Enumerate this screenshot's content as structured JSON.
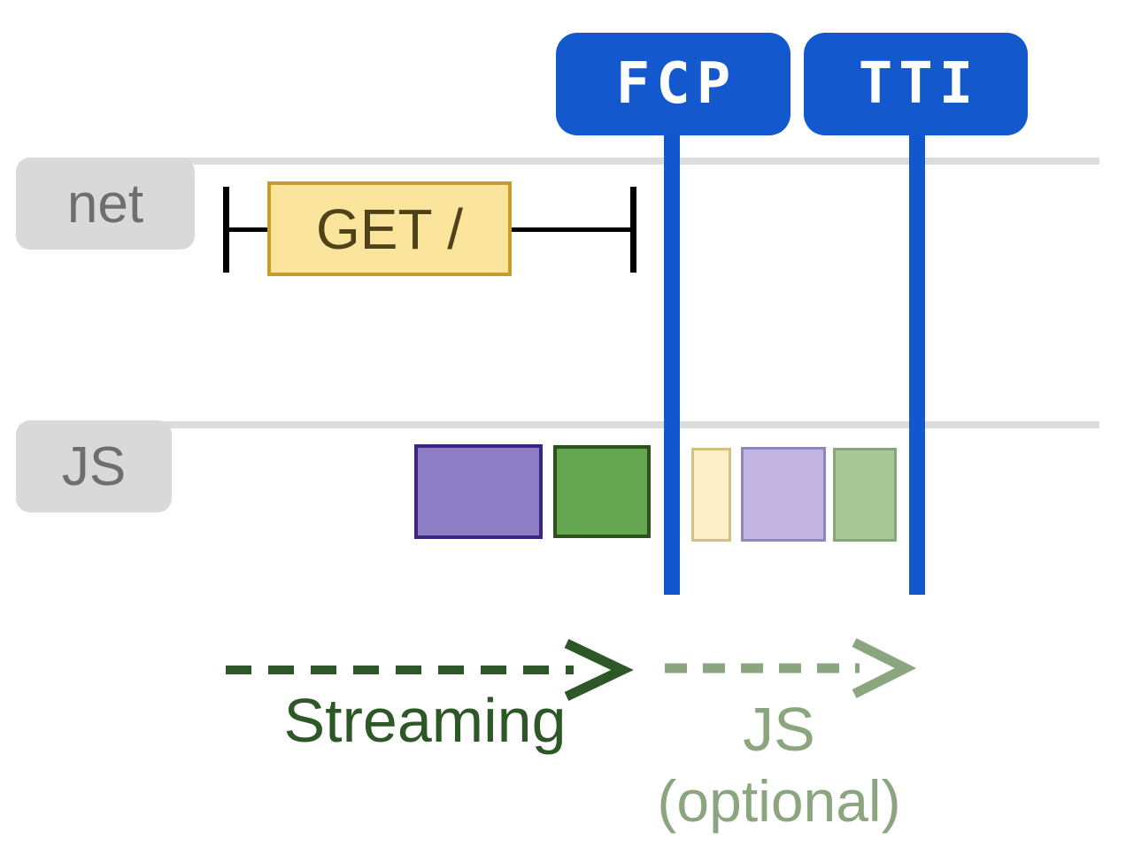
{
  "canvas": {
    "background": "#ffffff"
  },
  "markers": {
    "badge_bg": "#1458ce",
    "badge_text_color": "#ffffff",
    "pole_color": "#1257cd",
    "items": [
      {
        "label": "FCP"
      },
      {
        "label": "TTI"
      }
    ]
  },
  "lanes": {
    "label_bg": "#d9d9d9",
    "label_text_color": "#6e6e6e",
    "line_color": "#dcdcdc",
    "items": [
      {
        "label": "net"
      },
      {
        "label": "JS"
      }
    ]
  },
  "request": {
    "label": "GET /",
    "box_fill": "#fbe49c",
    "box_border": "#c79d28",
    "text_color": "#4e4218",
    "whisker_color": "#000000"
  },
  "js_blocks": [
    {
      "name": "solid-purple",
      "group": "solid",
      "fill": "#8d7ec5",
      "border": "#3b2581"
    },
    {
      "name": "solid-green",
      "group": "solid",
      "fill": "#64a750",
      "border": "#2b541b"
    },
    {
      "name": "faded-yellow",
      "group": "faded",
      "fill": "#faefc7",
      "border": "#d5bf82"
    },
    {
      "name": "faded-lavender",
      "group": "faded",
      "fill": "#c1b4e1",
      "border": "#9185bf"
    },
    {
      "name": "faded-green",
      "group": "faded",
      "fill": "#aac897",
      "border": "#88a479"
    }
  ],
  "annotations": {
    "streaming": {
      "label": "Streaming",
      "color": "#2d5726"
    },
    "js_optional": {
      "line1": "JS",
      "line2": "(optional)",
      "color": "#8ba67f"
    }
  }
}
